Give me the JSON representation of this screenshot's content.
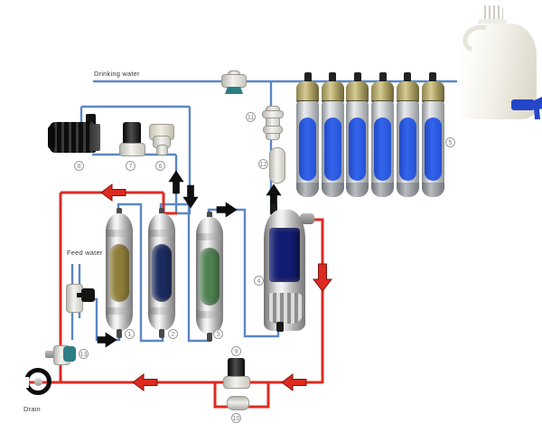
{
  "diagram": {
    "labels": {
      "drinking_water": "Drinking water",
      "feed_water": "Feed water",
      "drain": "Drain"
    },
    "callouts": {
      "c1": "1",
      "c2": "2",
      "c3": "3",
      "c4": "4",
      "c5": "5",
      "c6": "6",
      "c7": "7",
      "c8": "8",
      "c9": "9",
      "c10": "10",
      "c11": "11",
      "c12": "12",
      "c13": "13"
    },
    "colors": {
      "pipe_blue": "#5b87c5",
      "pipe_red": "#dd2b20",
      "arrow_black": "#0f0f0f",
      "filter1_window": "#8f7d3a",
      "filter2_window": "#1c2b5e",
      "filter3_window": "#4e8050",
      "membrane_window": "#121c70",
      "bank_window": "#3565ec",
      "cap_gold": "#b3a86b",
      "spigot_blue": "#2546c8",
      "valve_teal": "#2e7d85"
    }
  }
}
